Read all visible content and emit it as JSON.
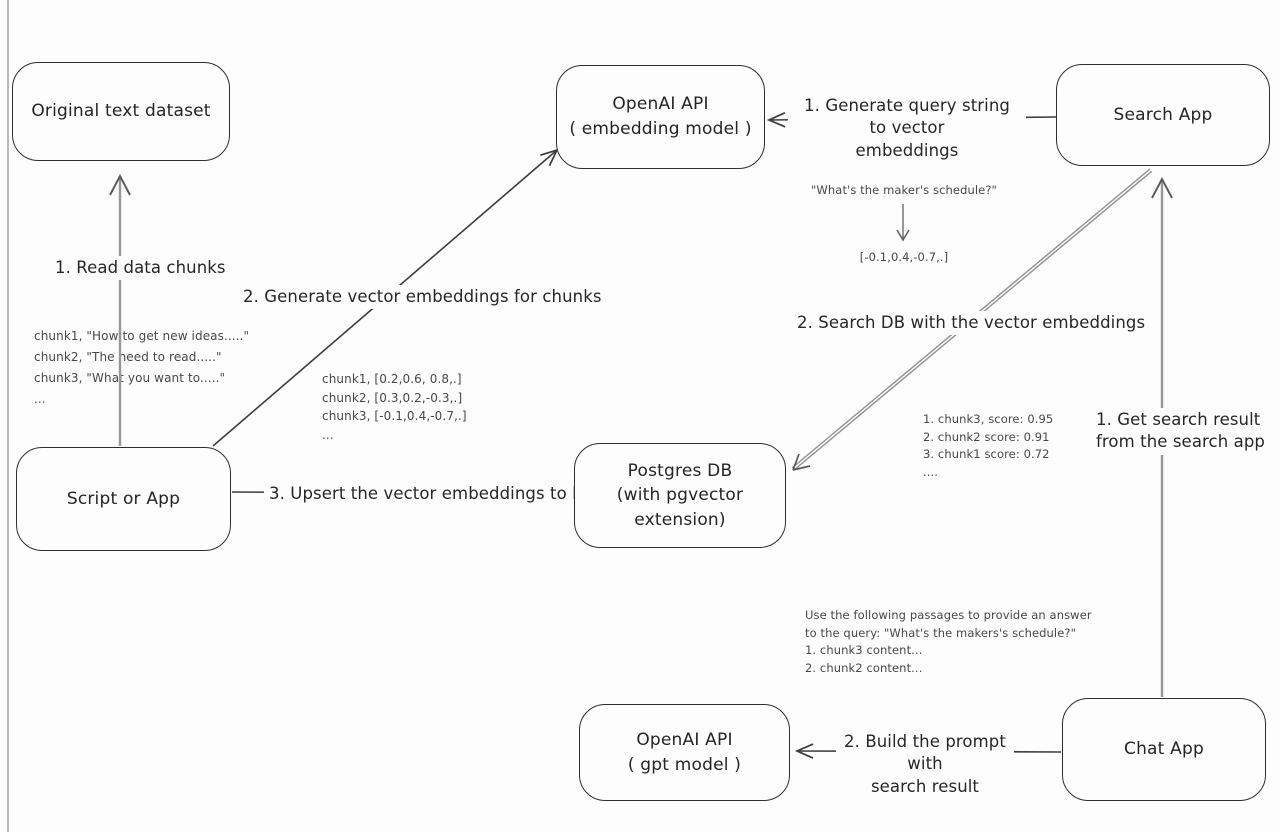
{
  "diagram": {
    "nodes": {
      "original_dataset": {
        "label": "Original text dataset"
      },
      "openai_embedding": {
        "label": "OpenAI API\n( embedding model )"
      },
      "search_app": {
        "label": "Search App"
      },
      "script_app": {
        "label": "Script or App"
      },
      "postgres_db": {
        "label": "Postgres DB\n(with pgvector extension)"
      },
      "openai_gpt": {
        "label": "OpenAI API\n( gpt model )"
      },
      "chat_app": {
        "label": "Chat App"
      }
    },
    "edge_labels": {
      "read_chunks": "1. Read data chunks",
      "generate_embeddings": "2. Generate vector embeddings for chunks",
      "upsert_to_db": "3. Upsert the vector embeddings to DB",
      "query_to_vector": "1. Generate query string to vector\nembeddings",
      "search_db": "2. Search DB with the vector embeddings",
      "get_search_result": "1. Get search result\nfrom the search app",
      "build_prompt": "2. Build the prompt with\nsearch result"
    },
    "annotations": {
      "chunk_texts": [
        "chunk1, \"How to get new ideas.....\"",
        "chunk2, \"The need to read.....\"",
        "chunk3, \"What you want to.....\"",
        "..."
      ],
      "chunk_vectors": [
        "chunk1, [0.2,0.6, 0.8,.]",
        "chunk2, [0.3,0.2,-0.3,.]",
        "chunk3, [-0.1,0.4,-0.7,.]",
        "..."
      ],
      "query_string": "\"What's the maker's schedule?\"",
      "query_vector": "[-0.1,0.4,-0.7,.]",
      "search_scores": [
        "1. chunk3, score: 0.95",
        "2. chunk2 score: 0.91",
        "3. chunk1 score: 0.72",
        "...."
      ],
      "prompt_preview": [
        "Use the following passages to provide an answer",
        "to the query: \"What's the makers's schedule?\"",
        "1. chunk3 content...",
        "2. chunk2 content..."
      ]
    },
    "colors": {
      "background": "#fdfdfd",
      "line_dark": "#3d3d3d",
      "line_gray": "#979797",
      "text_primary": "#262626",
      "text_annotation": "#474747"
    }
  }
}
